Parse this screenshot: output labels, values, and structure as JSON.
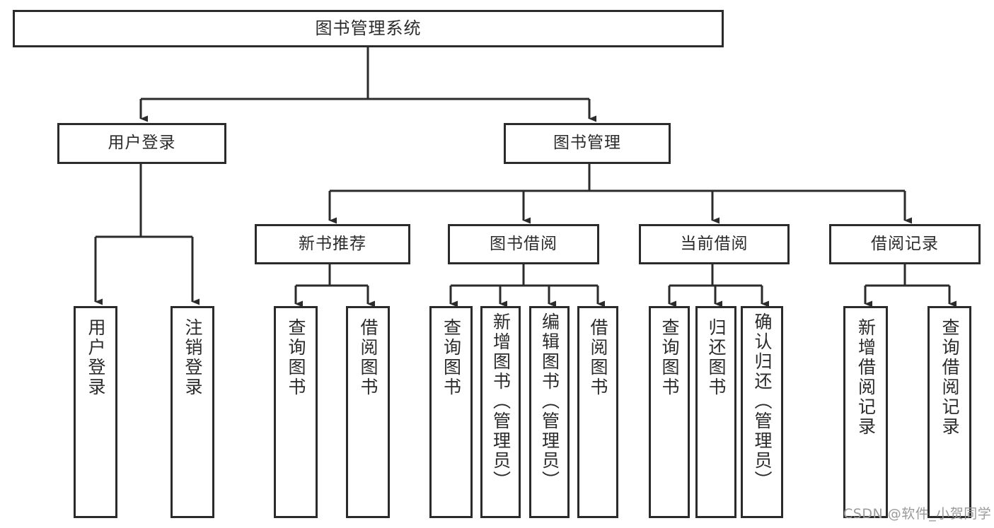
{
  "diagram": {
    "title": "图书管理系统",
    "type": "tree",
    "orientation": "top-down",
    "line_color": "#2b2b2b",
    "box_fill": "#ffffff",
    "text_color": "#2b2b2b"
  },
  "nodes": {
    "root": {
      "label": "图书管理系统"
    },
    "level2": [
      {
        "id": "user-login",
        "label": "用户登录"
      },
      {
        "id": "book-manage",
        "label": "图书管理"
      }
    ],
    "level3": [
      {
        "id": "new-book-recommend",
        "label": "新书推荐"
      },
      {
        "id": "book-borrow",
        "label": "图书借阅"
      },
      {
        "id": "current-borrow",
        "label": "当前借阅"
      },
      {
        "id": "borrow-record",
        "label": "借阅记录"
      }
    ],
    "leaves": {
      "user_login": [
        {
          "id": "leaf-user-login",
          "label": "用户登录"
        },
        {
          "id": "leaf-user-logout",
          "label": "注销登录"
        }
      ],
      "new_book_recommend": [
        {
          "id": "leaf-query-book-1",
          "label": "查询图书"
        },
        {
          "id": "leaf-borrow-book-1",
          "label": "借阅图书"
        }
      ],
      "book_borrow": [
        {
          "id": "leaf-query-book-2",
          "label": "查询图书"
        },
        {
          "id": "leaf-add-book",
          "label": "新增图书（管理员）"
        },
        {
          "id": "leaf-edit-book",
          "label": "编辑图书（管理员）"
        },
        {
          "id": "leaf-borrow-book-2",
          "label": "借阅图书"
        }
      ],
      "current_borrow": [
        {
          "id": "leaf-query-book-3",
          "label": "查询图书"
        },
        {
          "id": "leaf-return-book",
          "label": "归还图书"
        },
        {
          "id": "leaf-confirm-return",
          "label": "确认归还（管理员）"
        }
      ],
      "borrow_record": [
        {
          "id": "leaf-add-record",
          "label": "新增借阅记录"
        },
        {
          "id": "leaf-query-record",
          "label": "查询借阅记录"
        }
      ]
    }
  },
  "watermark": {
    "text": "CSDN @软件_小贺同学"
  }
}
